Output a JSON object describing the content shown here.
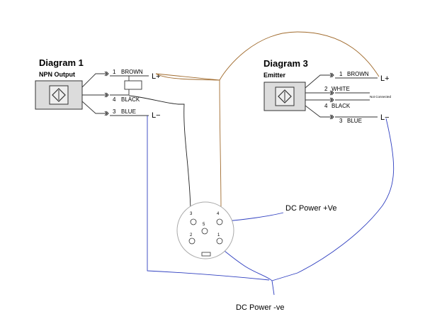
{
  "diagram1": {
    "title": "Diagram 1",
    "subtitle": "NPN Output",
    "wires": [
      {
        "num": "1",
        "color": "BROWN"
      },
      {
        "num": "4",
        "color": "BLACK"
      },
      {
        "num": "3",
        "color": "BLUE"
      }
    ],
    "terminal_plus": "L+",
    "terminal_minus": "L−"
  },
  "diagram3": {
    "title": "Diagram 3",
    "subtitle": "Emitter",
    "wires": [
      {
        "num": "1",
        "color": "BROWN"
      },
      {
        "num": "2",
        "color": "WHITE"
      },
      {
        "num": "4",
        "color": "BLACK"
      },
      {
        "num": "3",
        "color": "BLUE"
      }
    ],
    "not_connected": "Not Connected",
    "terminal_plus": "L+",
    "terminal_minus": "L−"
  },
  "connector": {
    "pins": [
      "1",
      "2",
      "3",
      "4",
      "5"
    ]
  },
  "labels": {
    "power_pos": "DC Power +Ve",
    "power_neg": "DC Power -ve"
  },
  "colors": {
    "brown_wire": "#a06a2c",
    "blue_wire": "#2f3fc0",
    "black_wire": "#222222",
    "sensor_fill": "#dcdcdc"
  },
  "icons": [
    "sensor-icon",
    "load-resistor-icon",
    "plug-connector-icon"
  ]
}
